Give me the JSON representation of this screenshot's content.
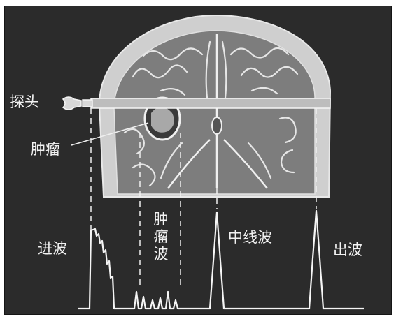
{
  "labels": {
    "probe": "探头",
    "tumor": "肿瘤",
    "incident_wave": "进波",
    "tumor_wave": "肿瘤波",
    "midline_wave": "中线波",
    "exit_wave": "出波"
  },
  "colors": {
    "background": "#2b2b2b",
    "skull": "#cfcfcf",
    "tissue": "#7d7d7d",
    "line": "#f0f0f0"
  }
}
